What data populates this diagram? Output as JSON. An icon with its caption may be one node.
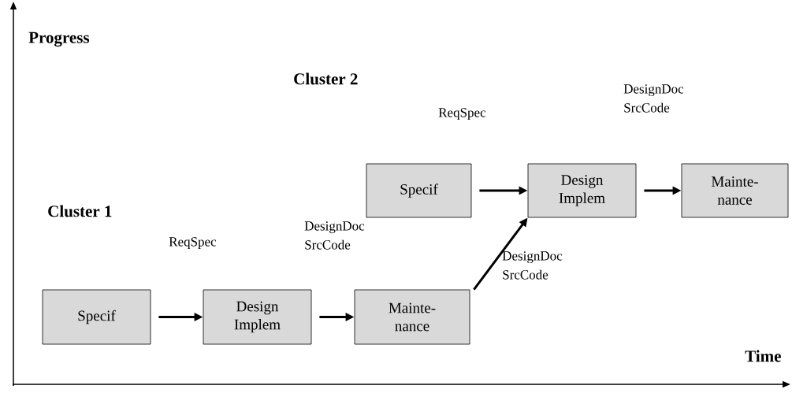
{
  "diagram": {
    "nodes": [
      {
        "text": [
          "Specif"
        ]
      },
      {
        "text": [
          "Design Implem"
        ]
      },
      {
        "text": [
          "Mainte- nance"
        ]
      },
      {
        "text": [
          "Specif"
        ]
      },
      {
        "text": [
          "Design Implem"
        ]
      },
      {
        "text": [
          "Mainte- nance"
        ]
      }
    ],
    "edges": [
      {
        "from": 0,
        "to": 1,
        "arrow": "to"
      },
      {
        "from": 1,
        "to": 2,
        "arrow": "to"
      },
      {
        "from": 2,
        "to": 4,
        "arrow": "to",
        "label": "DesignDoc SrcCode"
      },
      {
        "from": 3,
        "to": 4,
        "arrow": "to"
      },
      {
        "from": 4,
        "to": 5,
        "arrow": "to"
      }
    ],
    "labels": [
      "Progress",
      "Cluster 2",
      "DesignDoc SrcCode",
      "ReqSpec",
      "Cluster 1",
      "DesignDoc SrcCode",
      "ReqSpec",
      "Time"
    ]
  }
}
